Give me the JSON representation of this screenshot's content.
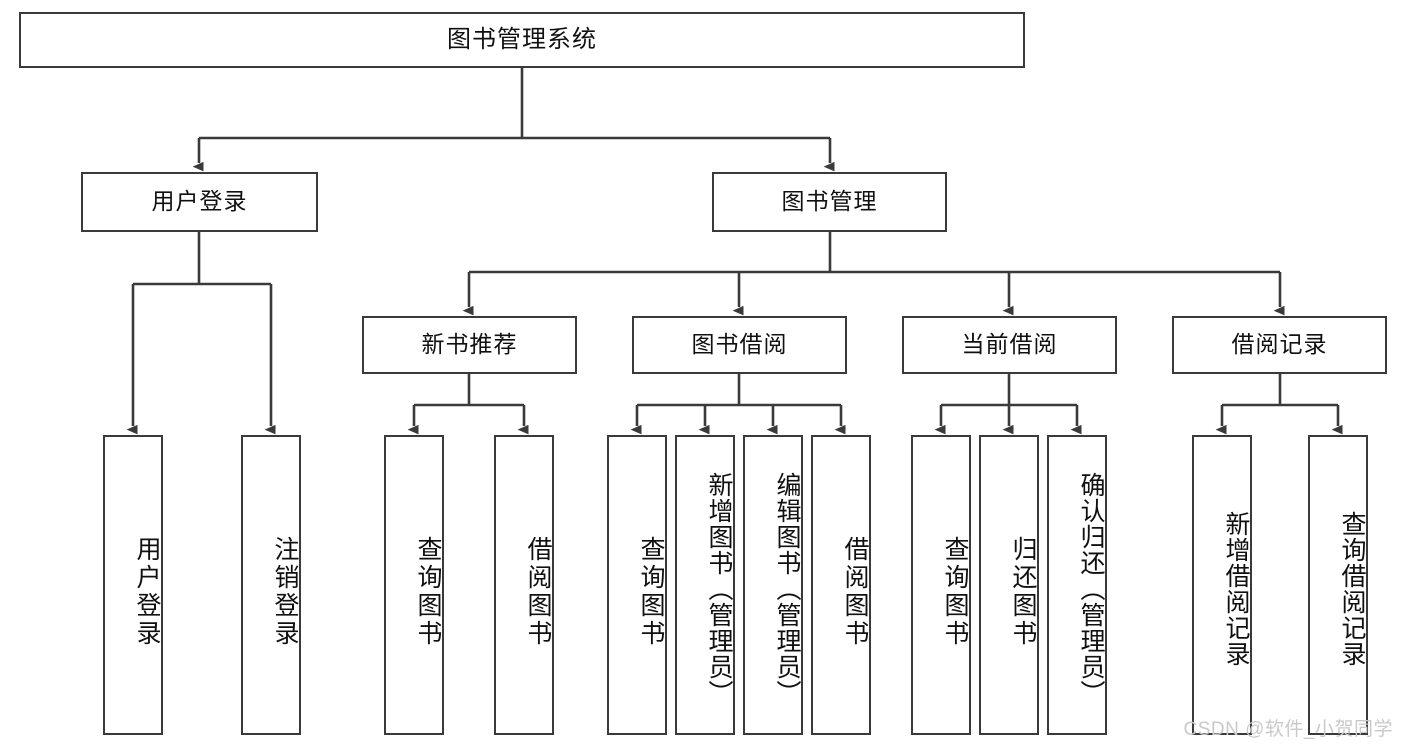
{
  "diagram": {
    "title": "图书管理系统",
    "type": "tree-hierarchy-chart",
    "root": {
      "label": "图书管理系统"
    },
    "level2": [
      {
        "label": "用户登录"
      },
      {
        "label": "图书管理"
      }
    ],
    "level3": [
      {
        "label": "新书推荐"
      },
      {
        "label": "图书借阅"
      },
      {
        "label": "当前借阅"
      },
      {
        "label": "借阅记录"
      }
    ],
    "leaves": {
      "user_login": [
        {
          "label": "用户登录"
        },
        {
          "label": "注销登录"
        }
      ],
      "new_book_recommend": [
        {
          "label": "查询图书"
        },
        {
          "label": "借阅图书"
        }
      ],
      "book_borrow": [
        {
          "label": "查询图书"
        },
        {
          "label": "新增图书（管理员）"
        },
        {
          "label": "编辑图书（管理员）"
        },
        {
          "label": "借阅图书"
        }
      ],
      "current_borrow": [
        {
          "label": "查询图书"
        },
        {
          "label": "归还图书"
        },
        {
          "label": "确认归还（管理员）"
        }
      ],
      "borrow_record": [
        {
          "label": "新增借阅记录"
        },
        {
          "label": "查询借阅记录"
        }
      ]
    }
  },
  "watermark": {
    "text": "CSDN @软件_小贺同学"
  },
  "colors": {
    "border": "#3a3a3a",
    "text": "#101010",
    "background": "#ffffff",
    "watermark": "#c9c9c9"
  }
}
